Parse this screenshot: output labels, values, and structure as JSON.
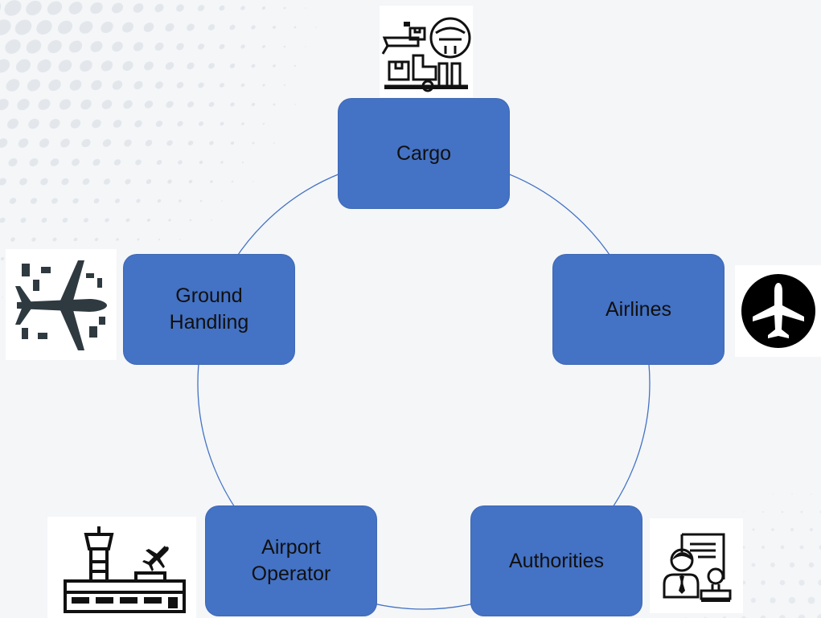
{
  "diagram": {
    "nodes": [
      {
        "id": "cargo",
        "label": "Cargo",
        "icon": "cargo-loading-icon"
      },
      {
        "id": "airlines",
        "label": "Airlines",
        "icon": "airplane-circle-icon"
      },
      {
        "id": "authorities",
        "label": "Authorities",
        "icon": "customs-officer-stamp-icon"
      },
      {
        "id": "airport_operator",
        "label": "Airport\nOperator",
        "icon": "control-tower-terminal-icon"
      },
      {
        "id": "ground_handling",
        "label": "Ground\nHandling",
        "icon": "aircraft-ground-service-icon"
      }
    ],
    "layout": "cycle",
    "colors": {
      "node_fill": "#4472c4",
      "connector": "#4472c4",
      "label_text": "#101010",
      "background": "#f4f6f8"
    }
  }
}
